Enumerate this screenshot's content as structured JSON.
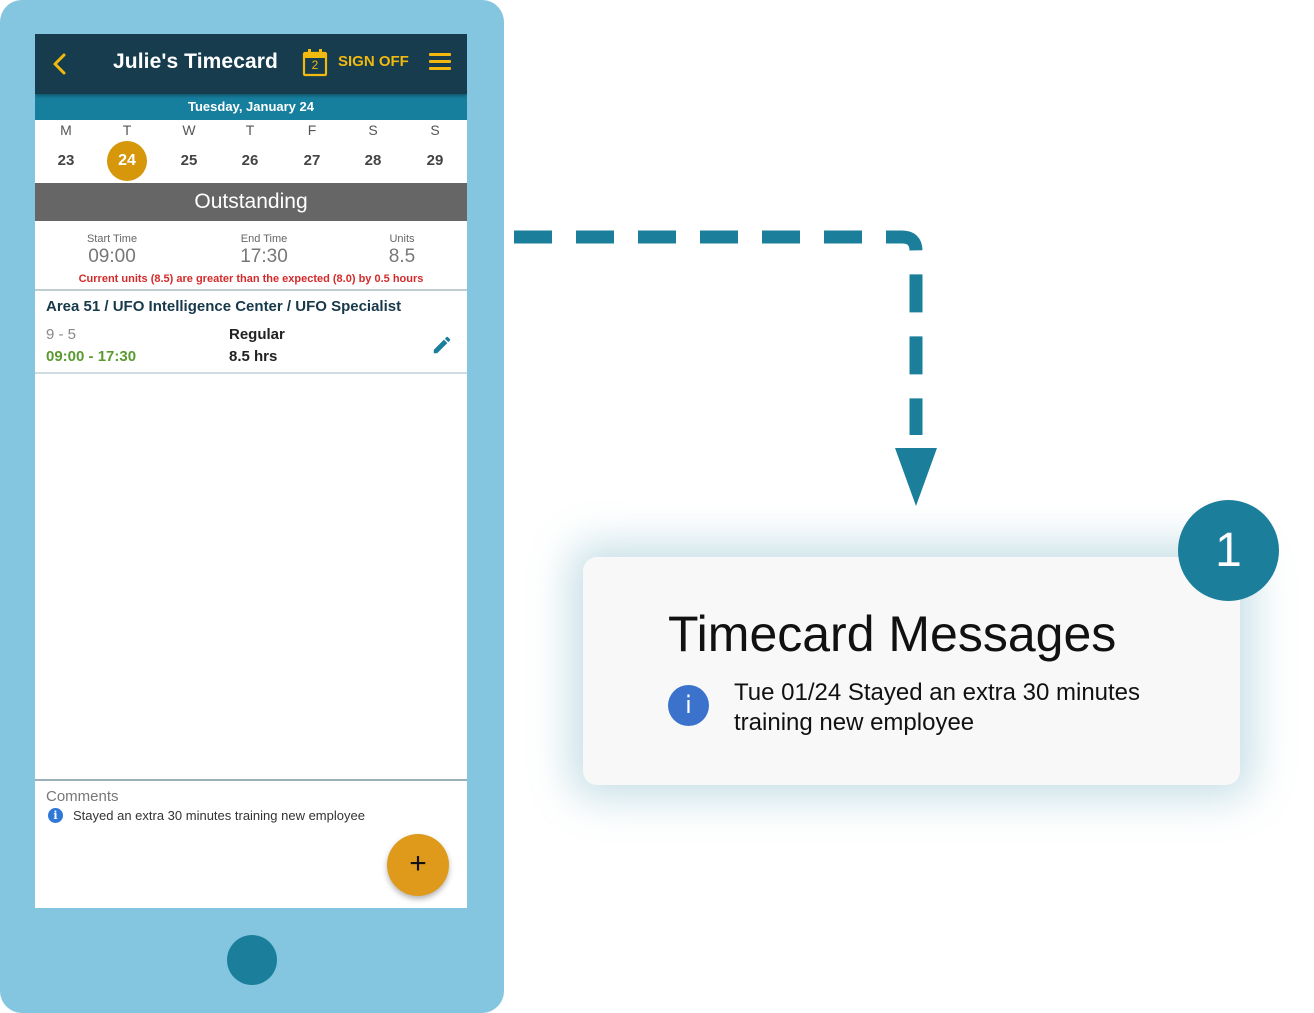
{
  "colors": {
    "phone_frame": "#84c5df",
    "app_header": "#163c4d",
    "date_bar": "#167f9e",
    "accent_yellow": "#f2b90f",
    "selected_day": "#d6970a",
    "status_bar": "#666666",
    "warning_red": "#d42a2a",
    "time_green": "#5a9b2f",
    "fab": "#df9a1c",
    "teal": "#1b7f9b",
    "info_blue": "#3b73cc"
  },
  "header": {
    "title": "Julie's Timecard",
    "calendar_badge": "2",
    "sign_off_label": "SIGN OFF",
    "back_icon": "chevron-left-icon",
    "menu_icon": "hamburger-menu-icon"
  },
  "date_bar": {
    "label": "Tuesday, January 24"
  },
  "week": {
    "days": [
      {
        "dow": "M",
        "num": "23",
        "selected": false
      },
      {
        "dow": "T",
        "num": "24",
        "selected": true
      },
      {
        "dow": "W",
        "num": "25",
        "selected": false
      },
      {
        "dow": "T",
        "num": "26",
        "selected": false
      },
      {
        "dow": "F",
        "num": "27",
        "selected": false
      },
      {
        "dow": "S",
        "num": "28",
        "selected": false
      },
      {
        "dow": "S",
        "num": "29",
        "selected": false
      }
    ]
  },
  "status": {
    "label": "Outstanding"
  },
  "summary": {
    "start_label": "Start Time",
    "start_value": "09:00",
    "end_label": "End Time",
    "end_value": "17:30",
    "units_label": "Units",
    "units_value": "8.5",
    "warning": "Current units (8.5) are greater than the expected (8.0) by 0.5 hours"
  },
  "entry": {
    "path": "Area 51 / UFO Intelligence Center / UFO Specialist",
    "schedule": "9 - 5",
    "time_range": "09:00 - 17:30",
    "pay_type": "Regular",
    "hours": "8.5 hrs",
    "edit_icon": "pencil-icon"
  },
  "comments": {
    "header": "Comments",
    "items": [
      {
        "icon": "info-icon",
        "text": "Stayed an extra 30 minutes training new employee"
      }
    ]
  },
  "fab": {
    "label": "+"
  },
  "callout": {
    "badge": "1",
    "heading": "Timecard Messages",
    "icon_glyph": "i",
    "message": "Tue 01/24 Stayed an extra 30 minutes training new employee"
  }
}
